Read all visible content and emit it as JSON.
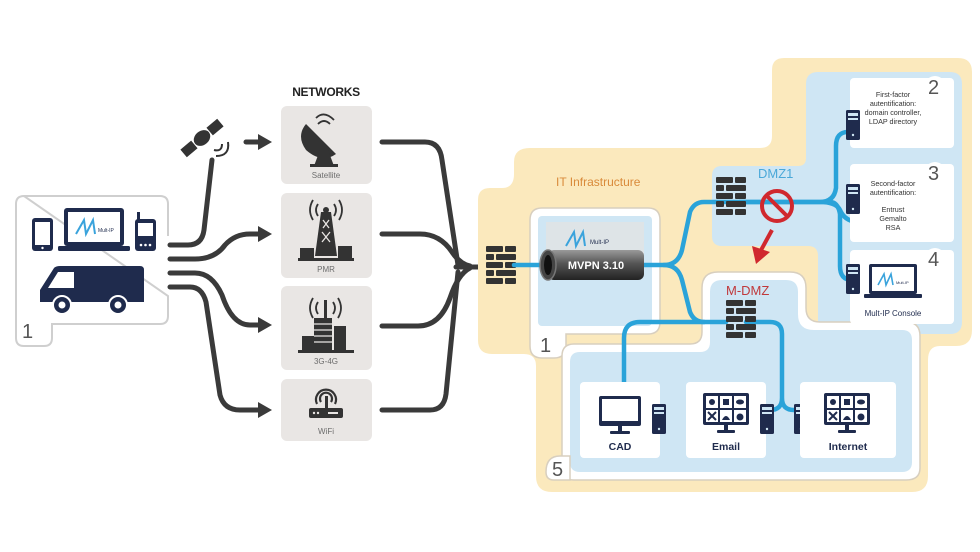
{
  "networks": {
    "title": "NETWORKS",
    "items": [
      {
        "label": "Satellite",
        "icon": "satellite-dish-icon"
      },
      {
        "label": "PMR",
        "icon": "radio-tower-icon"
      },
      {
        "label": "3G-4G",
        "icon": "cell-tower-icon"
      },
      {
        "label": "WiFi",
        "icon": "wifi-router-icon"
      }
    ]
  },
  "devices": {
    "number": "1",
    "brand": "Mult-IP"
  },
  "infrastructure": {
    "title": "IT Infrastructure",
    "mvpn": {
      "label": "MVPN 3.10",
      "brand": "Mult-IP",
      "number": "1"
    },
    "dmz1": {
      "label": "DMZ1"
    },
    "mdmz": {
      "label": "M-DMZ"
    },
    "auth": [
      {
        "number": "2",
        "lines": [
          "First-factor",
          "autentification:",
          "domain controller,",
          "LDAP directory"
        ]
      },
      {
        "number": "3",
        "lines": [
          "Second-factor",
          "autentification:",
          "",
          "Entrust",
          "Gemalto",
          "RSA"
        ]
      },
      {
        "number": "4",
        "caption": "Mult-IP Console",
        "brand": "Mult-IP"
      }
    ],
    "services": {
      "number": "5",
      "items": [
        {
          "label": "CAD"
        },
        {
          "label": "Email"
        },
        {
          "label": "Internet"
        }
      ]
    }
  },
  "colors": {
    "navy": "#1f2b4d",
    "line_dark": "#3a3a3a",
    "line_blue": "#2aa3d9",
    "yellow_zone": "#fbe9bd",
    "blue_zone": "#cfe6f4",
    "red": "#d0282e"
  }
}
